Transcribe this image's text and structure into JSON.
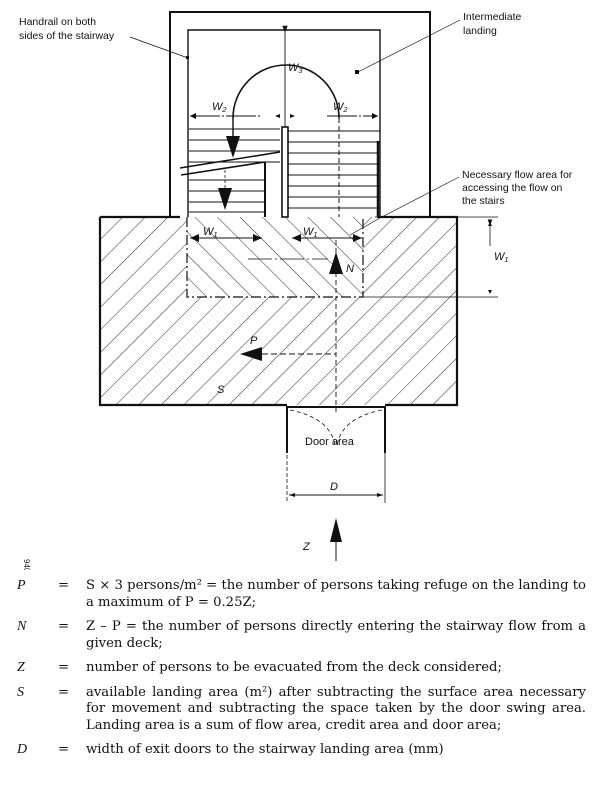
{
  "figure": {
    "callouts": {
      "handrail": [
        "Handrail on both",
        "sides of the stairway"
      ],
      "intermediate_landing": [
        "Intermediate",
        "landing"
      ],
      "flow_area": [
        "Necessary flow area for",
        "accessing the flow on",
        "the stairs"
      ]
    },
    "dimension_labels": {
      "w3": "W",
      "w3_sub": "3",
      "w2_left": "W",
      "w2_right": "W",
      "w2_sub": "2",
      "w1_left": "W",
      "w1_mid": "W",
      "w1_right": "W",
      "w1_sub": "1",
      "d": "D"
    },
    "flow_labels": {
      "n": "N",
      "p": "P",
      "s": "S",
      "z": "Z"
    },
    "door_area": "Door area",
    "figure_code": "94041"
  },
  "legend": [
    {
      "symbol": "P",
      "equals": "=",
      "definition": "S × 3 persons/m² = the number of persons taking refuge on the landing to a maximum of P = 0.25Z;"
    },
    {
      "symbol": "N",
      "equals": "=",
      "definition": "Z – P = the number of persons directly entering the stairway flow from a given deck;"
    },
    {
      "symbol": "Z",
      "equals": "=",
      "definition": "number of persons to be evacuated from the deck considered;"
    },
    {
      "symbol": "S",
      "equals": "=",
      "definition": "available landing area (m²) after subtracting the surface area necessary for movement and subtracting the space taken by the door swing area. Landing area is a sum of flow area, credit area and door area;"
    },
    {
      "symbol": "D",
      "equals": "=",
      "definition": "width of exit doors to the stairway landing area (mm)"
    }
  ]
}
